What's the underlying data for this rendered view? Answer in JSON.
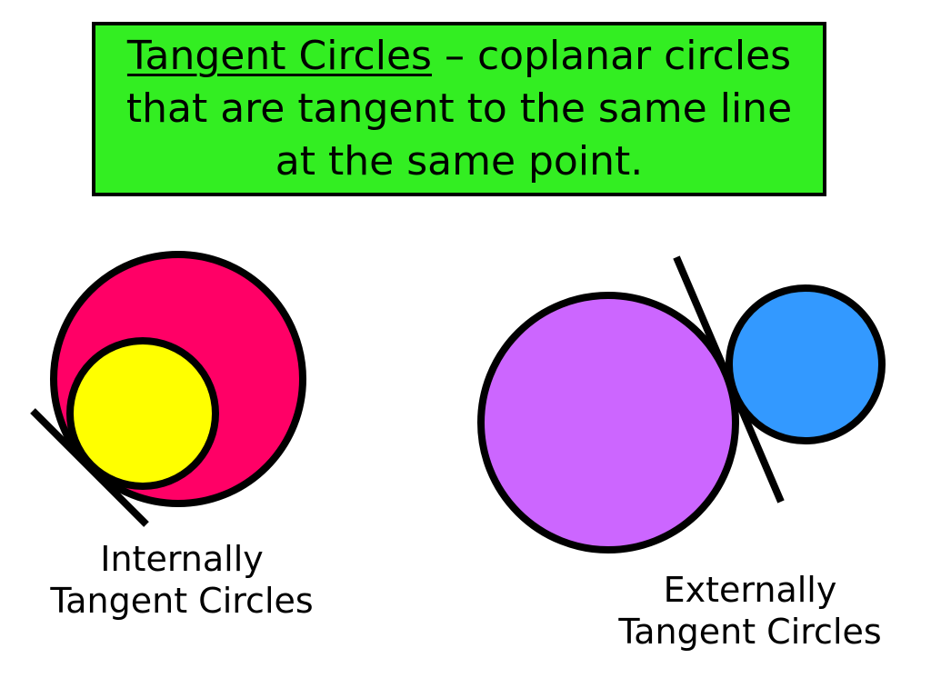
{
  "title": {
    "term": "Tangent Circles",
    "definition": " – coplanar circles that are tangent to the same line at the same point."
  },
  "internal": {
    "label_line1": "Internally",
    "label_line2": "Tangent Circles"
  },
  "external": {
    "label_line1": "Externally",
    "label_line2": "Tangent Circles"
  },
  "colors": {
    "title_background": "#33ee22",
    "internal_large_circle": "#ff0066",
    "internal_small_circle": "#ffff00",
    "external_large_circle": "#cc66ff",
    "external_small_circle": "#3399ff",
    "outline": "#000000"
  }
}
